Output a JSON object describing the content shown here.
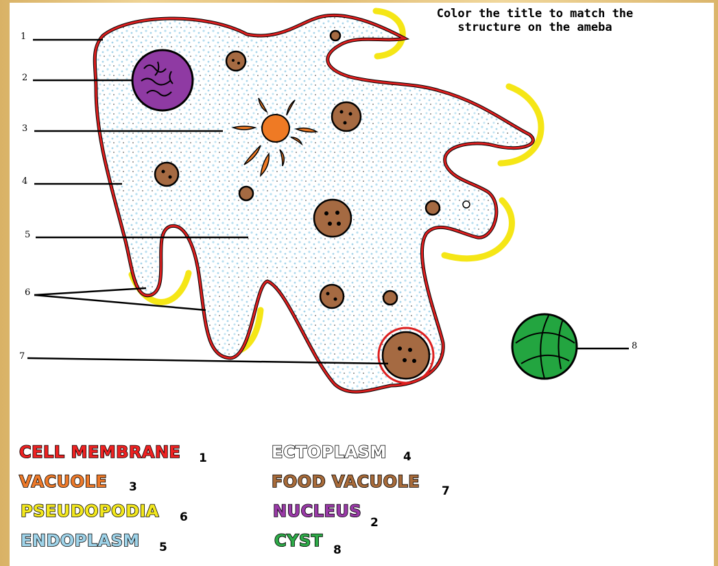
{
  "instructions": {
    "line1": "Color the title to match the",
    "line2": "structure on the ameba"
  },
  "labels": [
    "1",
    "2",
    "3",
    "4",
    "5",
    "6",
    "7",
    "8"
  ],
  "key": [
    {
      "term": "CELL MEMBRANE",
      "number": "1",
      "color": "#ee2222"
    },
    {
      "term": "VACUOLE",
      "number": "3",
      "color": "#ee7a2a"
    },
    {
      "term": "PSEUDOPODIA",
      "number": "6",
      "color": "#f3e81e"
    },
    {
      "term": "ENDOPLASM",
      "number": "5",
      "color": "#9fd4ea"
    },
    {
      "term": "ECTOPLASM",
      "number": "4",
      "color": "#ffffff"
    },
    {
      "term": "FOOD VACUOLE",
      "number": "7",
      "color": "#a86b3a"
    },
    {
      "term": "NUCLEUS",
      "number": "2",
      "color": "#9a3aa8"
    },
    {
      "term": "CYST",
      "number": "8",
      "color": "#2eaa48"
    }
  ],
  "colors": {
    "membrane": "#dd1f1f",
    "endoplasm": "#a8d8ec",
    "nucleus": "#8f3aa3",
    "vacuole": "#ef7a24",
    "food_vacuole": "#a56a42",
    "pseudopodia": "#f5e616",
    "cyst": "#23a540",
    "background": "#e8c77e"
  }
}
